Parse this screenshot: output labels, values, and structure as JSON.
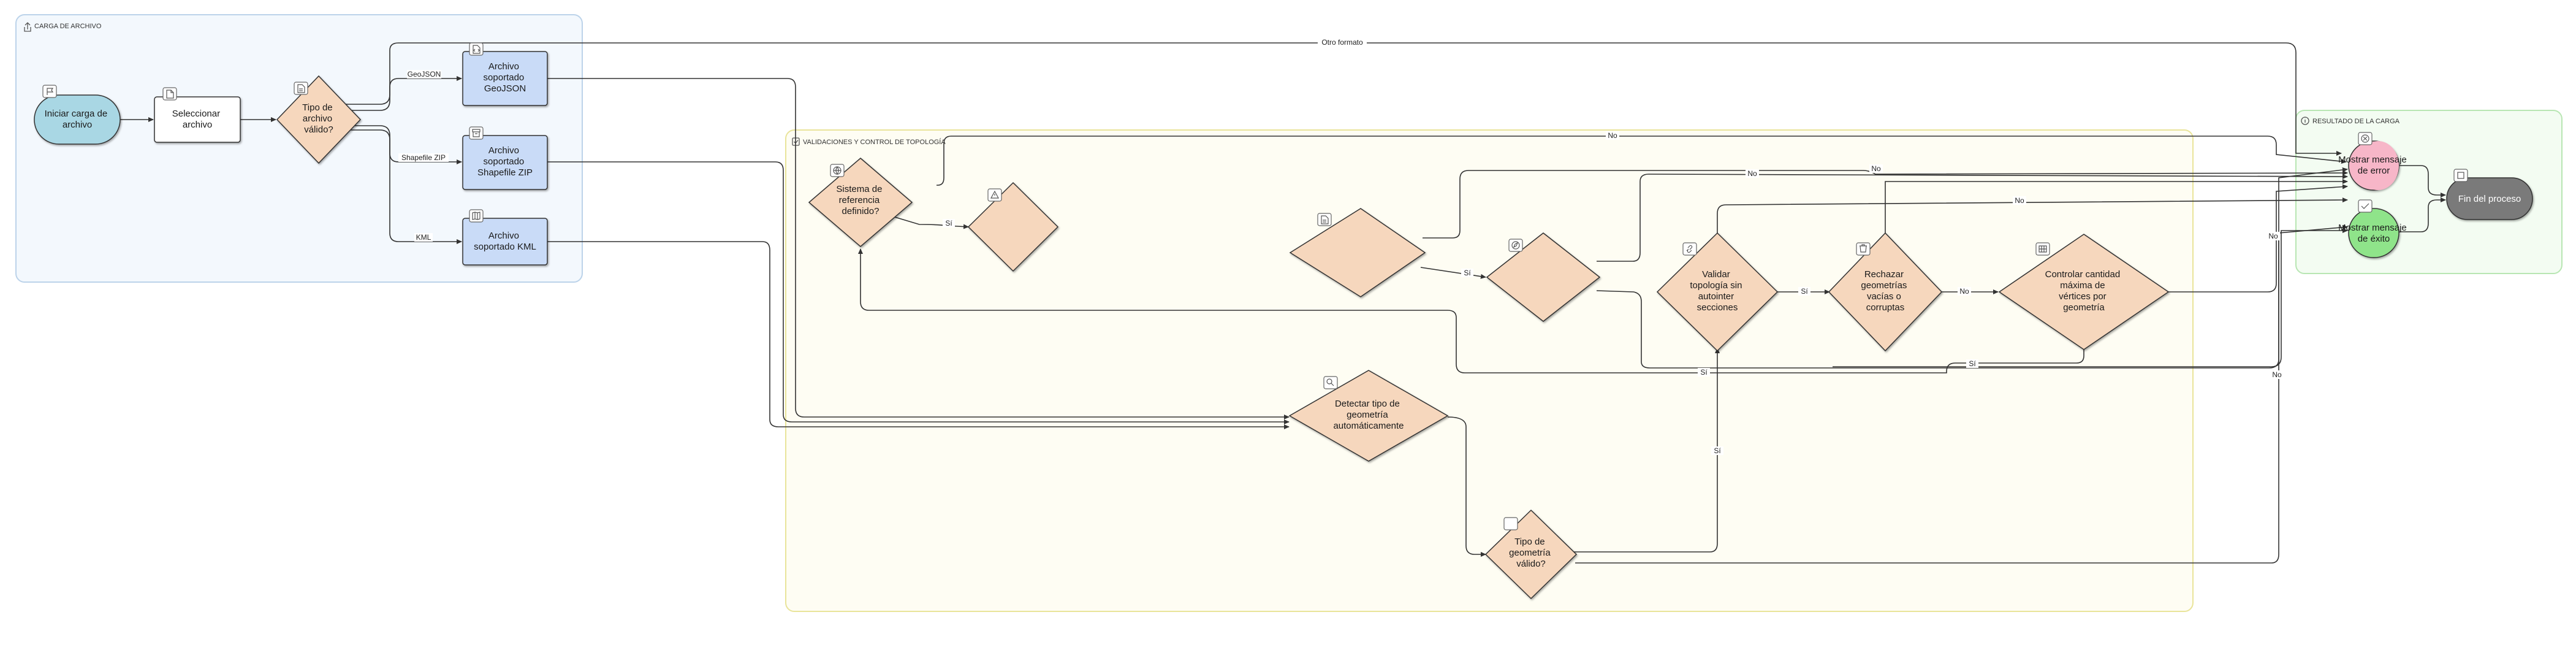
{
  "lanes": {
    "carga": {
      "title": "CARGA DE ARCHIVO",
      "icon": "upload-icon"
    },
    "validaciones": {
      "title": "VALIDACIONES Y CONTROL DE TOPOLOGÍA",
      "icon": "checklist-icon"
    },
    "resultado": {
      "title": "RESULTADO DE LA CARGA",
      "icon": "info-icon"
    }
  },
  "nodes": {
    "inicio": {
      "lines": [
        "Iniciar carga de",
        "archivo"
      ],
      "icon": "flag-icon"
    },
    "seleccionar": {
      "lines": [
        "Seleccionar",
        "archivo"
      ],
      "icon": "file-icon"
    },
    "tipo_archivo": {
      "lines": [
        "Tipo de",
        "archivo",
        "válido?"
      ],
      "icon": "document-icon"
    },
    "geojson": {
      "lines": [
        "Archivo",
        "soportado",
        "GeoJSON"
      ],
      "icon": "file-code-icon"
    },
    "shapefile": {
      "lines": [
        "Archivo",
        "soportado",
        "Shapefile ZIP"
      ],
      "icon": "archive-icon"
    },
    "kml": {
      "lines": [
        "Archivo",
        "soportado KML"
      ],
      "icon": "map-icon"
    },
    "sistema_ref": {
      "lines": [
        "Sistema de",
        "referencia",
        "definido?"
      ],
      "icon": "globe-icon"
    },
    "diamond_empty_1": {
      "lines": [],
      "icon": "warning-icon"
    },
    "diamond_empty_2": {
      "lines": [],
      "icon": "document-icon"
    },
    "diamond_empty_3": {
      "lines": [],
      "icon": "compass-icon"
    },
    "detectar": {
      "lines": [
        "Detectar tipo de",
        "geometría",
        "automáticamente"
      ],
      "icon": "search-icon"
    },
    "tipo_geom": {
      "lines": [
        "Tipo de",
        "geometría",
        "válido?"
      ],
      "icon": "square-icon"
    },
    "validar_topo": {
      "lines": [
        "Validar",
        "topología sin",
        "autointer",
        "secciones"
      ],
      "icon": "link-icon"
    },
    "rechazar": {
      "lines": [
        "Rechazar",
        "geometrías",
        "vacías o",
        "corruptas"
      ],
      "icon": "trash-icon"
    },
    "controlar": {
      "lines": [
        "Controlar cantidad",
        "máxima de",
        "vértices por",
        "geometría"
      ],
      "icon": "grid-icon"
    },
    "error": {
      "lines": [
        "Mostrar mensaje",
        "de error"
      ],
      "icon": "x-circle-icon"
    },
    "exito": {
      "lines": [
        "Mostrar mensaje",
        "de éxito"
      ],
      "icon": "check-icon"
    },
    "fin": {
      "lines": [
        "Fin del proceso"
      ],
      "icon": "stop-icon"
    }
  },
  "edge_labels": {
    "geojson": "GeoJSON",
    "shapefile": "Shapefile ZIP",
    "kml": "KML",
    "otro_formato": "Otro formato",
    "si": "Sí",
    "no": "No"
  },
  "colors": {
    "start": "#a9d7e4",
    "process": "#ffffff",
    "decision": "#f6d7bd",
    "format": "#c9dbf7",
    "error": "#f7b6c8",
    "success": "#8fe48a",
    "end": "#7a7a7a",
    "lane_carga_fill": "#f3f8fd",
    "lane_carga_stroke": "#bcd3ea",
    "lane_valid_fill": "#fefdf3",
    "lane_valid_stroke": "#e9e49a",
    "lane_result_fill": "#f3fcf2",
    "lane_result_stroke": "#b8e6b3"
  }
}
